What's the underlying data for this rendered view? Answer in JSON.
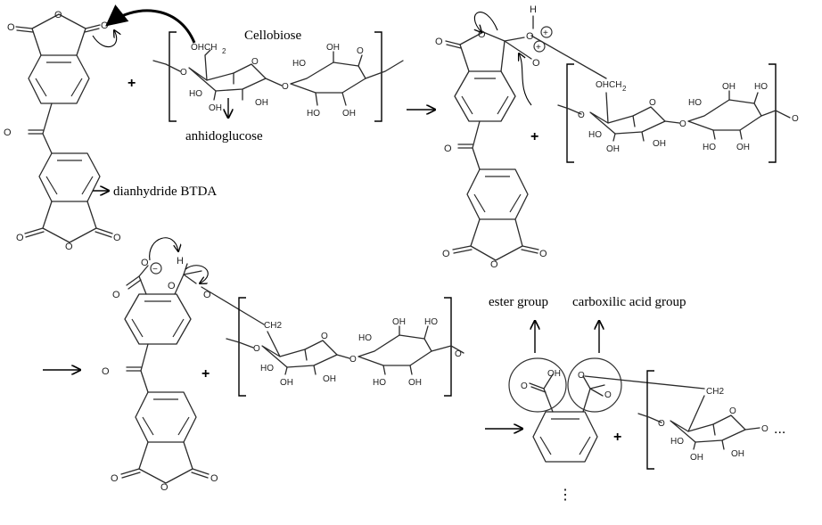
{
  "labels": {
    "cellobiose": "Cellobiose",
    "anhidroglucose": "anhidoglucose",
    "dianhydride": "dianhydride BTDA",
    "ester_group": "ester group",
    "carboxylic_group": "carboxilic acid group"
  },
  "atoms": {
    "o": "O",
    "oh": "OH",
    "ho": "HO",
    "h": "H",
    "och2": "OHCH",
    "two": "2",
    "ch2": "CH2",
    "plus_charge": "+",
    "minus_charge": "−"
  },
  "symbols": {
    "plus": "+",
    "ellipsis": "...",
    "vdots": "⋮"
  }
}
